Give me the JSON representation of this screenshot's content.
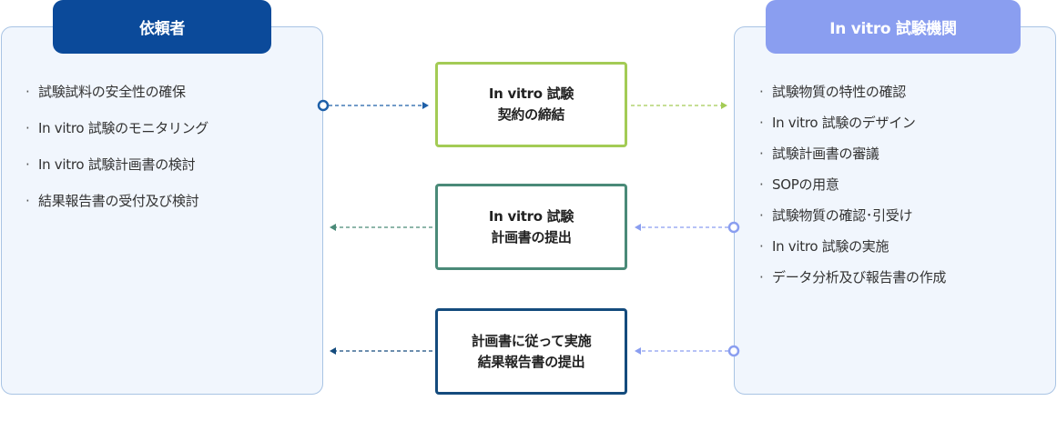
{
  "client": {
    "title": "依頼者",
    "items": [
      "試験試料の安全性の確保",
      "In vitro 試験のモニタリング",
      "In vitro 試験計画書の検討",
      "結果報告書の受付及び検討"
    ]
  },
  "facility": {
    "title": "In vitro 試験機関",
    "items": [
      "試験物質の特性の確認",
      "In vitro 試験のデザイン",
      "試験計画書の審議",
      "SOPの用意",
      "試験物質の確認･引受け",
      "In vitro 試験の実施",
      "データ分析及び報告書の作成"
    ]
  },
  "steps": [
    {
      "line1": "In vitro 試験",
      "line2": "契約の締結",
      "color": "#a3cb55"
    },
    {
      "line1": "In vitro 試験",
      "line2": "計画書の提出",
      "color": "#4a8a78"
    },
    {
      "line1": "計画書に従って実施",
      "line2": "結果報告書の提出",
      "color": "#144b7d"
    }
  ],
  "colors": {
    "client_header": "#0b4a9a",
    "facility_header": "#8a9ef0",
    "panel_bg": "#f1f6fd",
    "panel_border": "#a9c4e4",
    "arrow_client_to_step": "#1d5fa8",
    "arrow_step_to_facility": "#a3cb55",
    "arrow_step2_to_client": "#4a8a78",
    "arrow_step3_to_client": "#144b7d",
    "arrow_facility_to_step": "#8a9ef0"
  }
}
